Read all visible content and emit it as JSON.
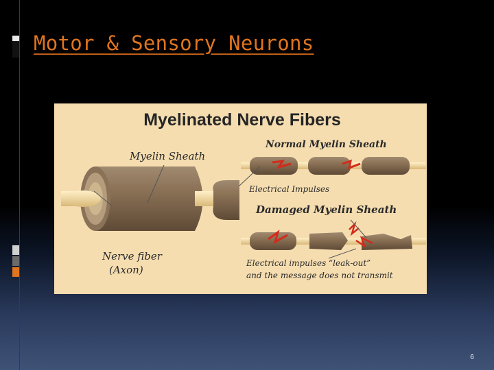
{
  "slide": {
    "title": "Motor & Sensory Neurons",
    "page_number": "6"
  },
  "figure": {
    "title": "Myelinated Nerve Fibers",
    "myelin_sheath_label": "Myelin Sheath",
    "nerve_fiber_label": "Nerve fiber",
    "axon_label": "(Axon)",
    "normal_heading": "Normal Myelin Sheath",
    "electrical_impulses_label": "Electrical Impulses",
    "damaged_heading": "Damaged Myelin Sheath",
    "leak_caption_line1": "Electrical impulses “leak-out”",
    "leak_caption_line2": "and the message does not transmit"
  },
  "colors": {
    "title": "#e0751f",
    "figure_background": "#f5ddb0",
    "sheath": "#8a7258",
    "impulse": "#d42a1a"
  }
}
